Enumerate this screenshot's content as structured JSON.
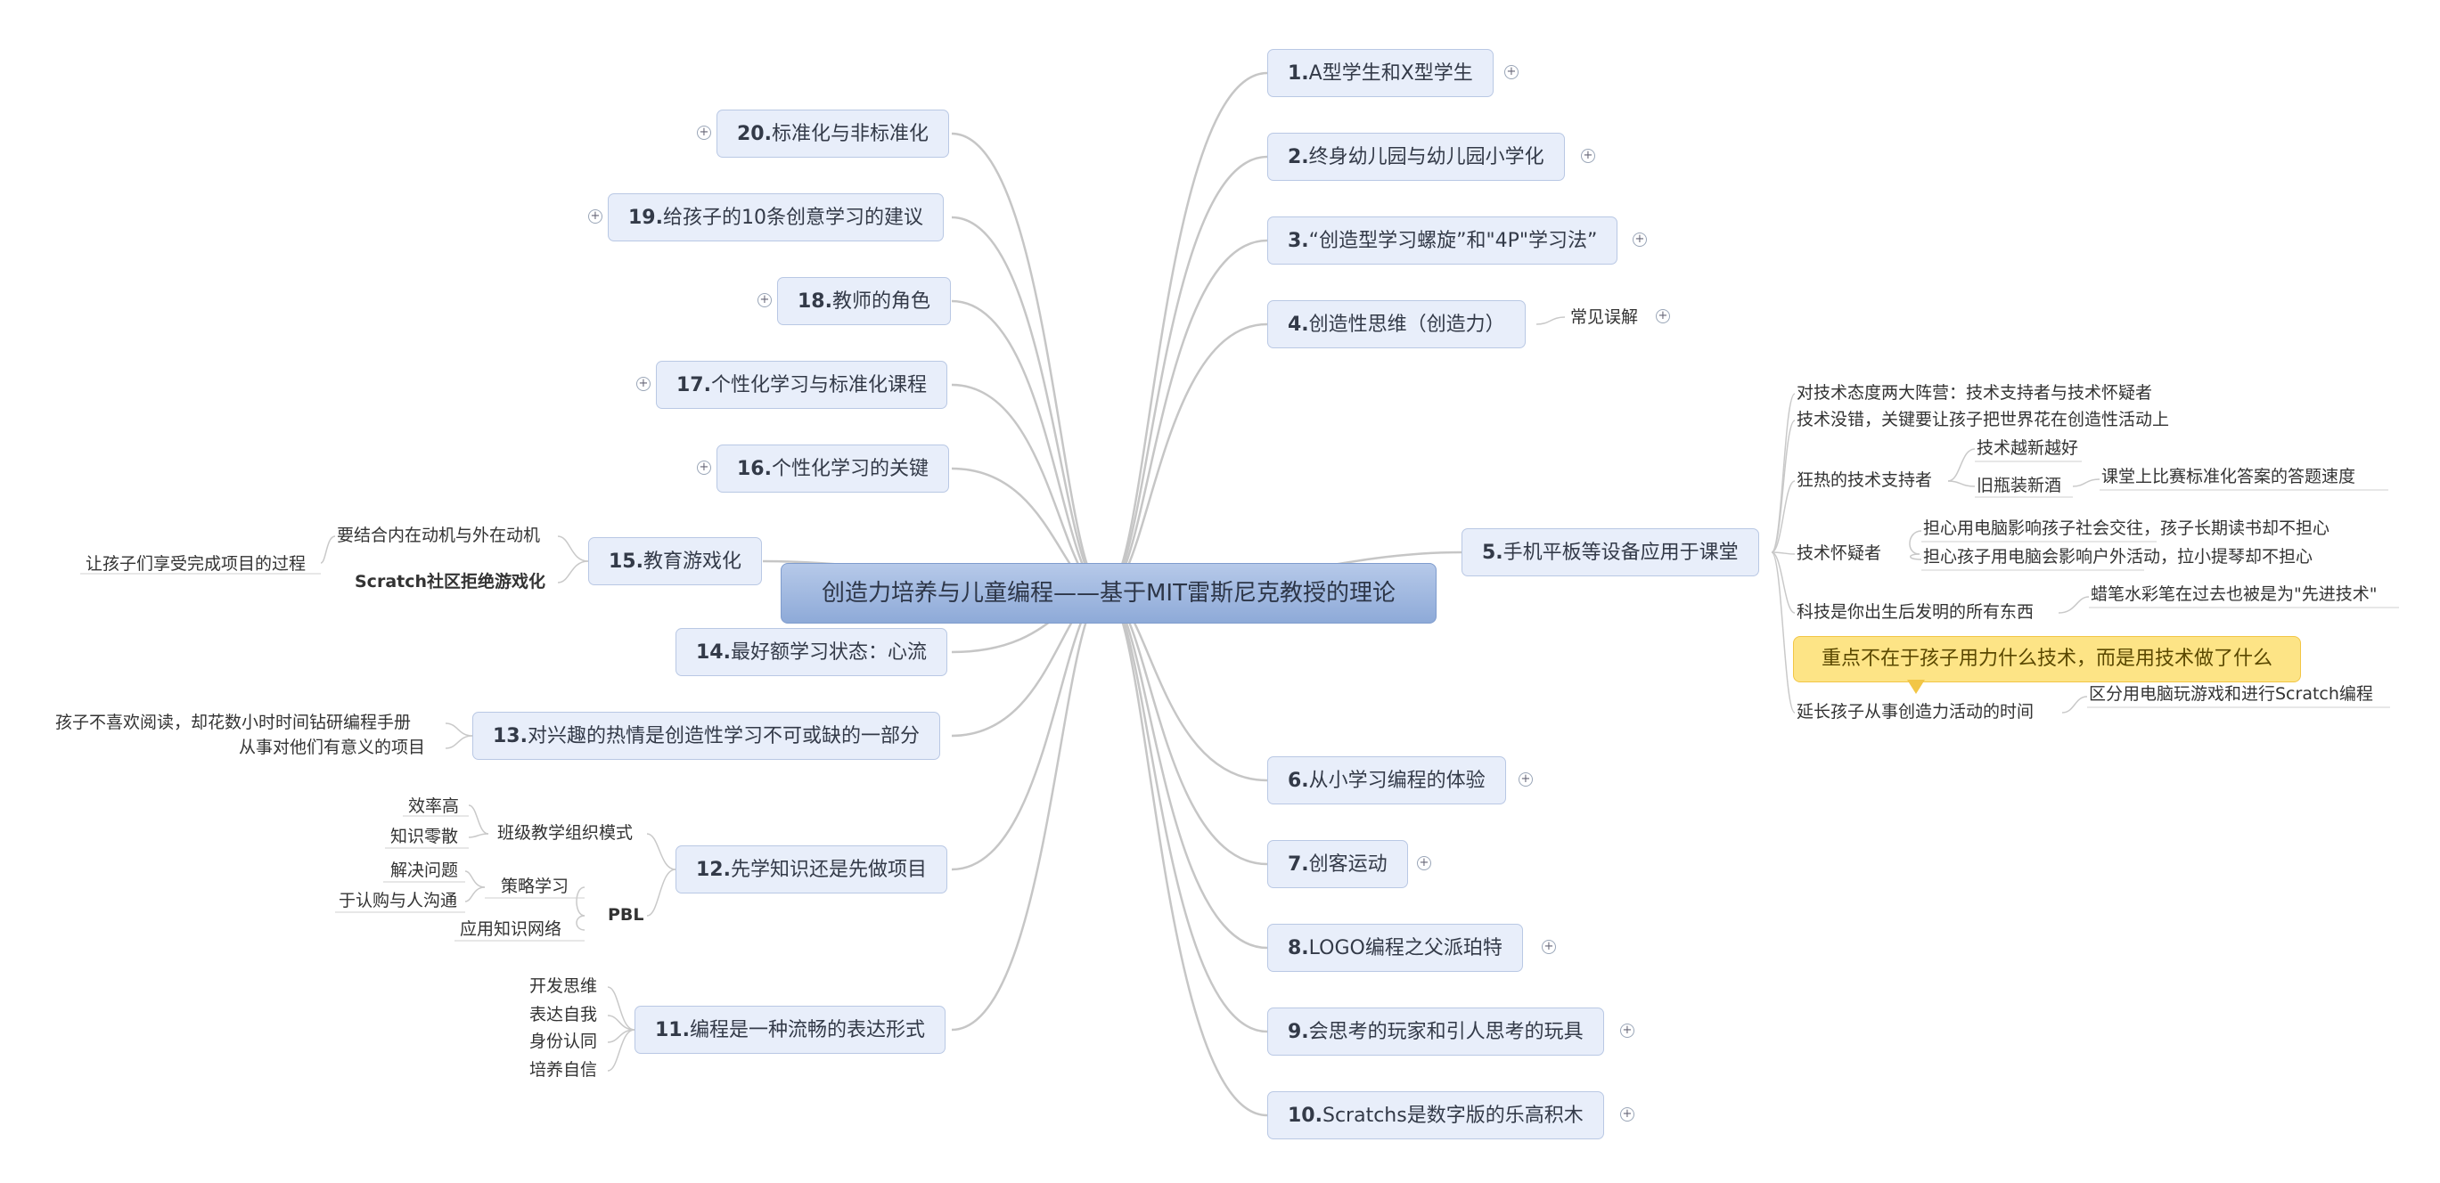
{
  "central": "创造力培养与儿童编程——基于MIT雷斯尼克教授的理论",
  "right": {
    "t1": {
      "num": "1.",
      "text": "A型学生和X型学生"
    },
    "t2": {
      "num": "2.",
      "text": "终身幼儿园与幼儿园小学化"
    },
    "t3": {
      "num": "3.",
      "text": "“创造型学习螺旋”和\"4P\"学习法”"
    },
    "t4": {
      "num": "4.",
      "text": "创造性思维（创造力）",
      "child": "常见误解"
    },
    "t5": {
      "num": "5.",
      "text": "手机平板等设备应用于课堂"
    },
    "t6": {
      "num": "6.",
      "text": "从小学习编程的体验"
    },
    "t7": {
      "num": "7.",
      "text": "创客运动"
    },
    "t8": {
      "num": "8.",
      "text": "LOGO编程之父派珀特"
    },
    "t9": {
      "num": "9.",
      "text": "会思考的玩家和引人思考的玩具"
    },
    "t10": {
      "num": "10.",
      "text": "Scratchs是数字版的乐高积木"
    }
  },
  "t5_children": {
    "a": "对技术态度两大阵营：技术支持者与技术怀疑者",
    "b": "技术没错，关键要让孩子把世界花在创造性活动上",
    "c": "狂热的技术支持者",
    "c1": "技术越新越好",
    "c2": "旧瓶装新酒",
    "c2a": "课堂上比赛标准化答案的答题速度",
    "d": "技术怀疑者",
    "d1": "担心用电脑影响孩子社会交往，孩子长期读书却不担心",
    "d2": "担心孩子用电脑会影响户外活动，拉小提琴却不担心",
    "e": "科技是你出生后发明的所有东西",
    "e1": "蜡笔水彩笔在过去也被是为\"先进技术\"",
    "callout": "重点不在于孩子用力什么技术，而是用技术做了什么",
    "f": "延长孩子从事创造力活动的时间",
    "f1": "区分用电脑玩游戏和进行Scratch编程"
  },
  "left": {
    "t11": {
      "num": "11.",
      "text": "编程是一种流畅的表达形式"
    },
    "t12": {
      "num": "12.",
      "text": "先学知识还是先做项目"
    },
    "t13": {
      "num": "13.",
      "text": "对兴趣的热情是创造性学习不可或缺的一部分"
    },
    "t14": {
      "num": "14.",
      "text": "最好额学习状态：心流"
    },
    "t15": {
      "num": "15.",
      "text": "教育游戏化"
    },
    "t16": {
      "num": "16.",
      "text": "个性化学习的关键"
    },
    "t17": {
      "num": "17.",
      "text": "个性化学习与标准化课程"
    },
    "t18": {
      "num": "18.",
      "text": "教师的角色"
    },
    "t19": {
      "num": "19.",
      "text": "给孩子的10条创意学习的建议"
    },
    "t20": {
      "num": "20.",
      "text": "标准化与非标准化"
    }
  },
  "left_children": {
    "t15a": "要结合内在动机与外在动机",
    "t15a1": "让孩子们享受完成项目的过程",
    "t15b": "Scratch社区拒绝游戏化",
    "t13a": "孩子不喜欢阅读，却花数小时时间钻研编程手册",
    "t13b": "从事对他们有意义的项目",
    "t12a": "班级教学组织模式",
    "t12a1": "效率高",
    "t12a2": "知识零散",
    "t12b": "PBL",
    "t12b1": "策略学习",
    "t12b1a": "解决问题",
    "t12b1b": "于认购与人沟通",
    "t12b2": "应用知识网络",
    "t11a": "开发思维",
    "t11b": "表达自我",
    "t11c": "身份认同",
    "t11d": "培养自信"
  },
  "plus_symbol": "+",
  "colors": {
    "topic_fill": "#e8eefa",
    "topic_border": "#b9c8e4",
    "central_fill": "#9fb8e0",
    "callout_fill": "#fde486",
    "line": "#c4c4c4"
  }
}
